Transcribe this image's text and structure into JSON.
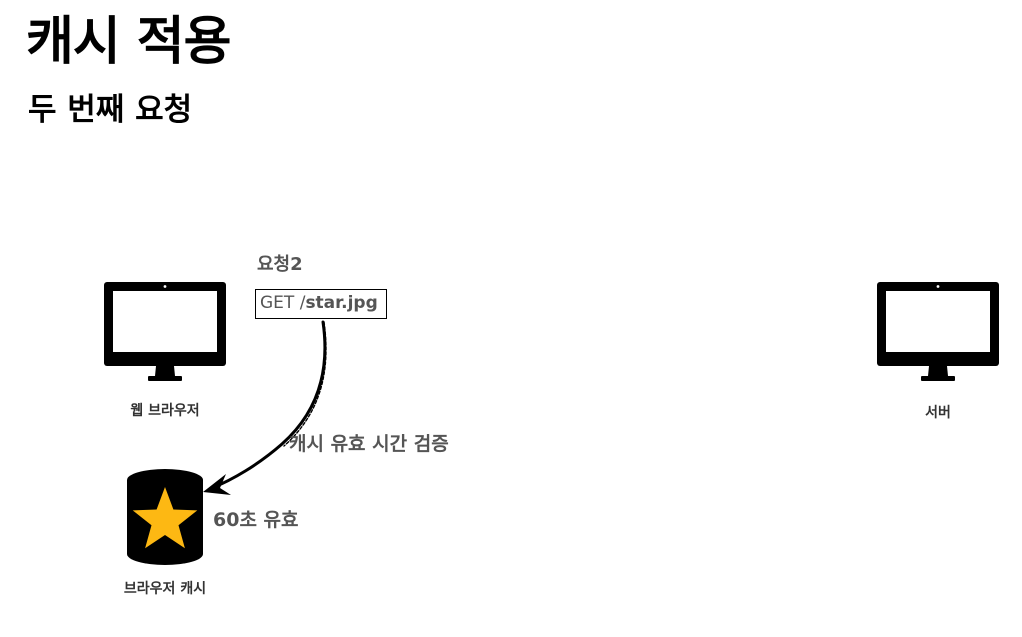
{
  "title": "캐시 적용",
  "subtitle": "두 번째 요청",
  "request": {
    "label": "요청2",
    "method": "GET /",
    "path": "star.jpg"
  },
  "nodes": {
    "browser": {
      "label": "웹 브라우저",
      "icon": "monitor-icon"
    },
    "server": {
      "label": "서버",
      "icon": "monitor-icon"
    },
    "cache": {
      "label": "브라우저 캐시",
      "icon": "database-star-icon"
    }
  },
  "annotations": {
    "validate": "캐시 유효 시간 검증",
    "validity": "60초 유효"
  },
  "colors": {
    "star": "#FDB813",
    "device": "#000000",
    "text_gray": "#555555"
  }
}
